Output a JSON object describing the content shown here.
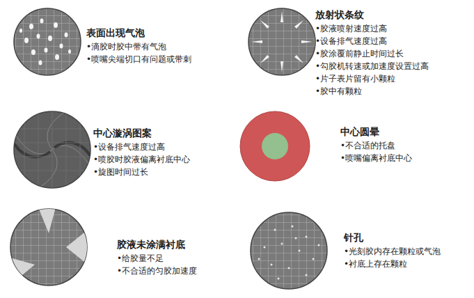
{
  "diagram": {
    "nodes": [
      {
        "text": [
          "表面出现气泡",
          "•滴胶时胶中带有气泡",
          "•喷嘴尖端切口有问题或带刺"
        ]
      },
      {
        "text": [
          "放射状条纹",
          "•胶液喷射速度过高",
          "•设备排气速度过高",
          "•胶涂覆前静止时间过长",
          "•勾胶机转速或加速度设置过高",
          "•片子表片留有小颗粒",
          "•胶中有颗粒"
        ]
      },
      {
        "text": [
          "中心漩涡图案",
          "•设备排气速度过高",
          "•喷胶时胶液偏离衬底中心",
          "•旋图时间过长"
        ]
      },
      {
        "text": [
          "中心圆晕",
          "•不合适的托盘",
          "•喷嘴偏离衬底中心"
        ]
      },
      {
        "text": [
          "胶液未涂满衬底",
          "•给胶量不足",
          "•不合适的匀胶加速度"
        ]
      },
      {
        "text": [
          "针孔",
          "•光刻胶内存在颗粒或气泡",
          "•衬底上存在颗粒"
        ]
      }
    ]
  }
}
